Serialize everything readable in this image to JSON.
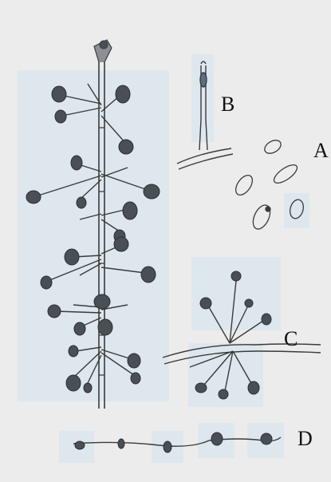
{
  "figure": {
    "labels": {
      "a": "A",
      "b": "B",
      "c": "C",
      "d": "D"
    },
    "colors": {
      "background": "#ececec",
      "panel": "#d9e6ef",
      "ink": "#3a3a3a",
      "blob": "#4a4f55"
    }
  }
}
